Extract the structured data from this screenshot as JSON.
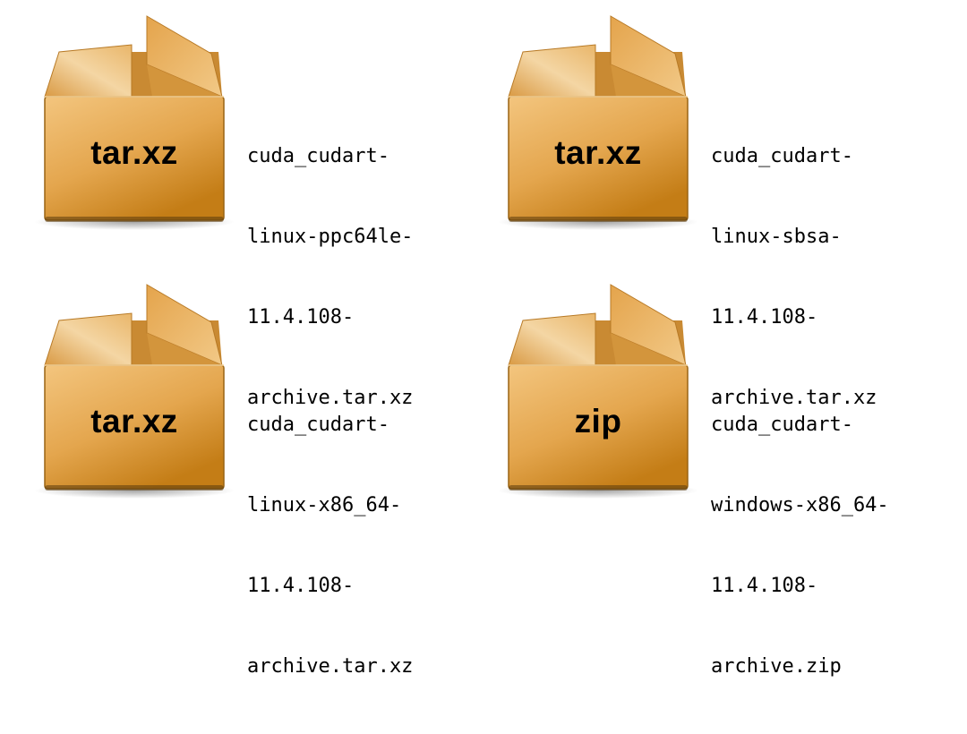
{
  "files": [
    {
      "icon": "archive-box-icon",
      "type_label": "tar.xz",
      "name_lines": [
        "cuda_cudart-",
        "linux-ppc64le-",
        "11.4.108-",
        "archive.tar.xz"
      ]
    },
    {
      "icon": "archive-box-icon",
      "type_label": "tar.xz",
      "name_lines": [
        "cuda_cudart-",
        "linux-sbsa-",
        "11.4.108-",
        "archive.tar.xz"
      ]
    },
    {
      "icon": "archive-box-icon",
      "type_label": "tar.xz",
      "name_lines": [
        "cuda_cudart-",
        "linux-x86_64-",
        "11.4.108-",
        "archive.tar.xz"
      ]
    },
    {
      "icon": "archive-box-icon",
      "type_label": "zip",
      "name_lines": [
        "cuda_cudart-",
        "windows-x86_64-",
        "11.4.108-",
        "archive.zip"
      ]
    }
  ],
  "colors": {
    "box_light": "#f2c27a",
    "box_mid": "#e0a24a",
    "box_dark": "#c07c18",
    "box_outline": "#9a6414",
    "flap_light": "#f6dcae"
  }
}
